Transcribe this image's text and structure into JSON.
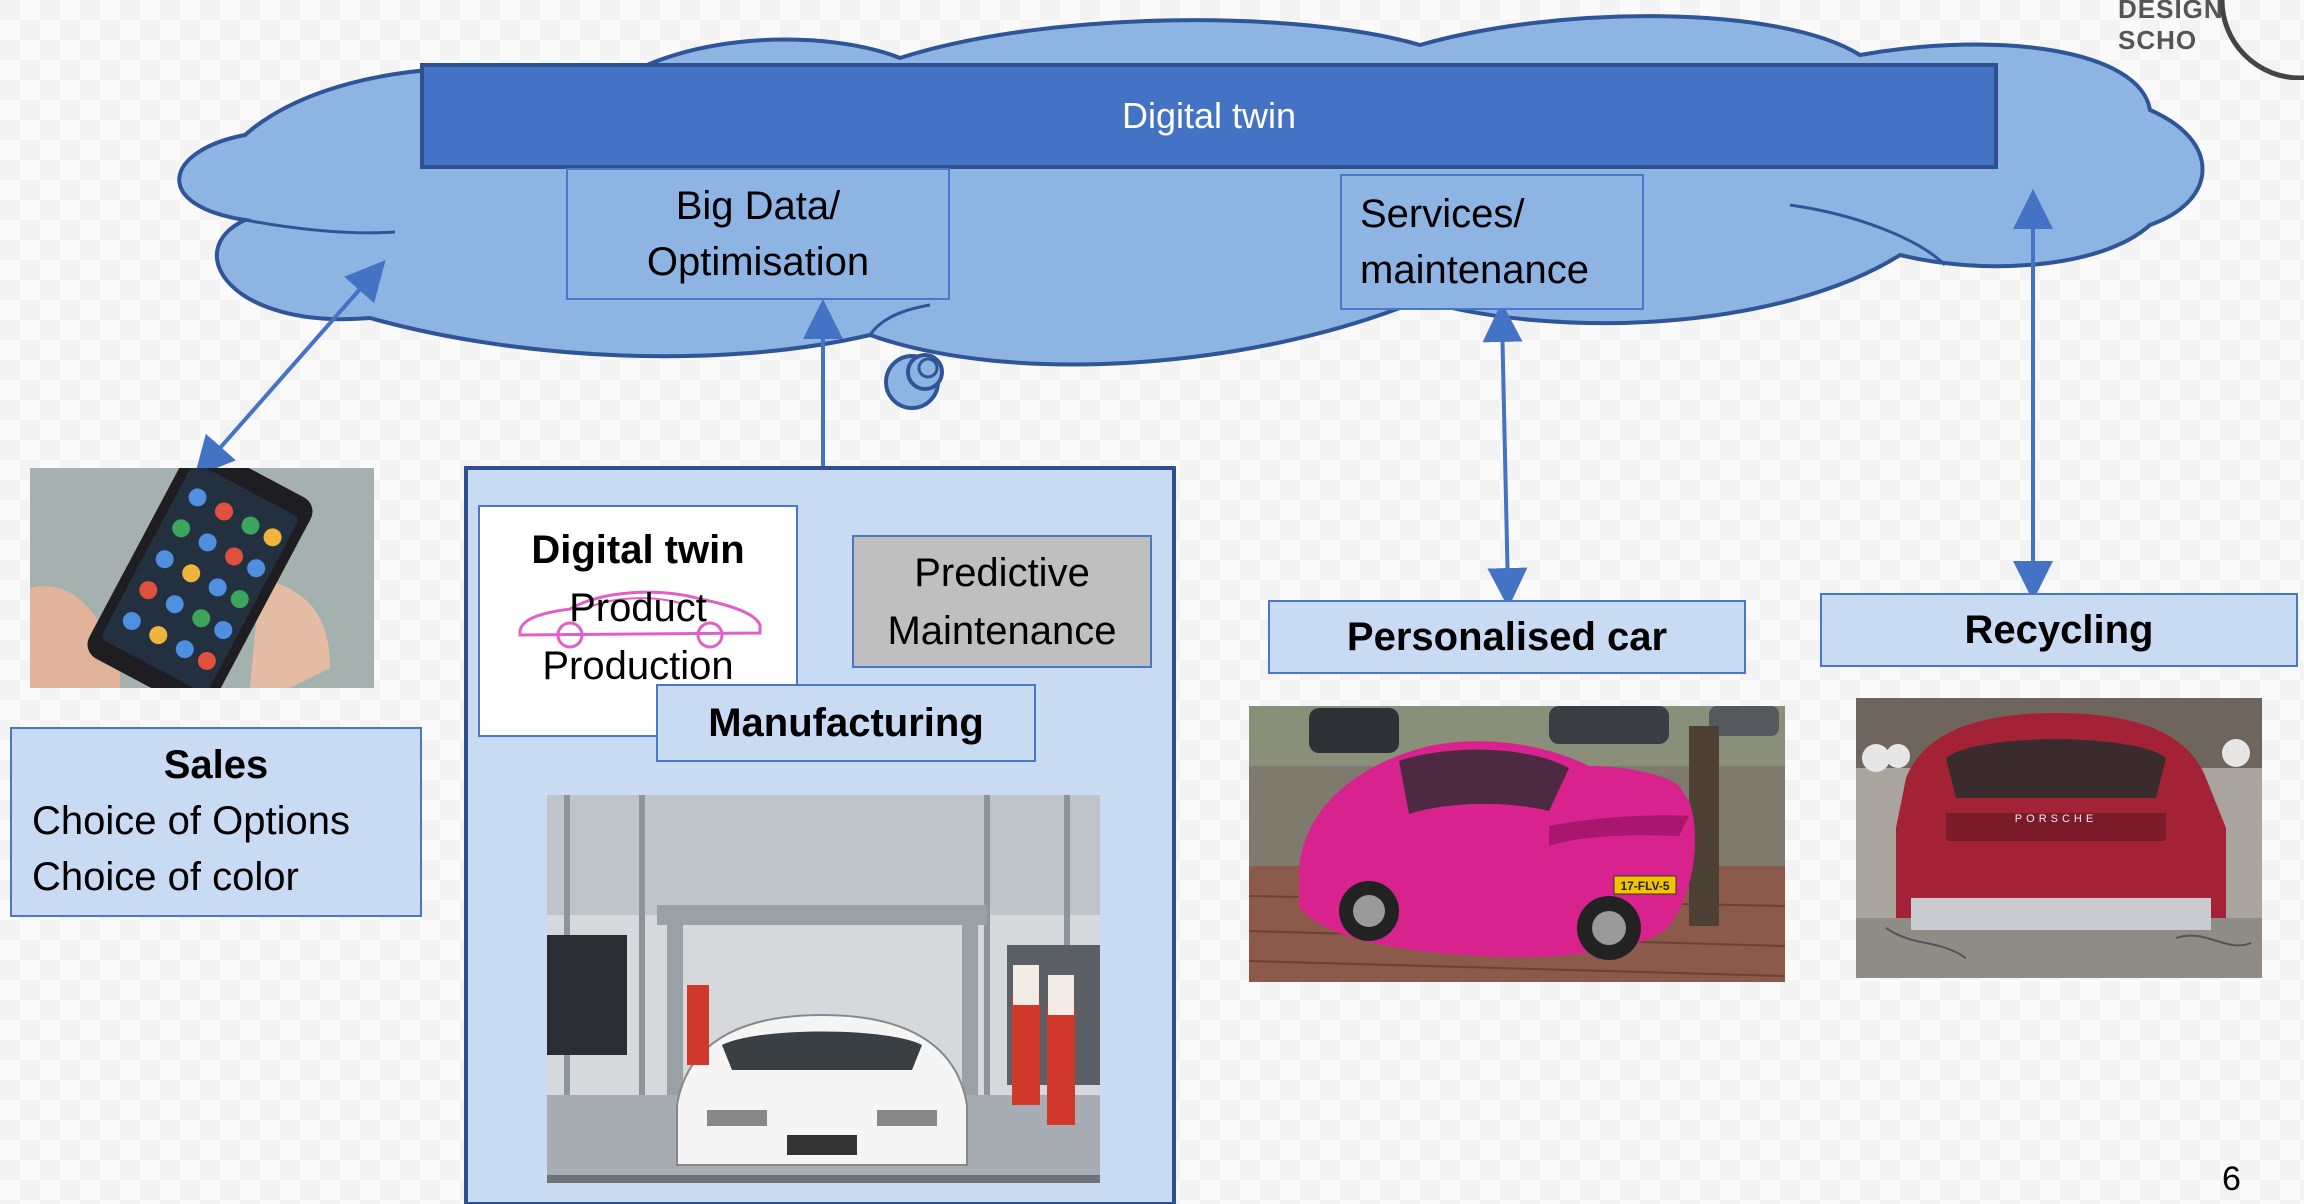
{
  "cloud": {
    "banner_label": "Digital twin",
    "big_data_line1": "Big Data/",
    "big_data_line2": "Optimisation",
    "services_line1": "Services/",
    "services_line2": "maintenance"
  },
  "sales": {
    "title": "Sales",
    "line1": "Choice of Options",
    "line2": "Choice of color"
  },
  "manufacturing_panel": {
    "digital_twin_title": "Digital twin",
    "digital_twin_line1": "Product",
    "digital_twin_line2": "Production",
    "predictive_line1": "Predictive",
    "predictive_line2": "Maintenance",
    "manufacturing_label": "Manufacturing"
  },
  "personalised_car": {
    "label": "Personalised car",
    "plate": "17-FLV-5"
  },
  "recycling": {
    "label": "Recycling",
    "brand_text": "PORSCHE"
  },
  "corner_logo_text": "DESIGN SCHO",
  "page_number": "6",
  "colors": {
    "cloud_fill": "#8eb4e3",
    "cloud_stroke": "#2f5597",
    "banner_fill": "#4472c4",
    "box_fill": "#c9dbf3",
    "arrow": "#4472c4",
    "predictive_fill": "#bfbfbf"
  }
}
